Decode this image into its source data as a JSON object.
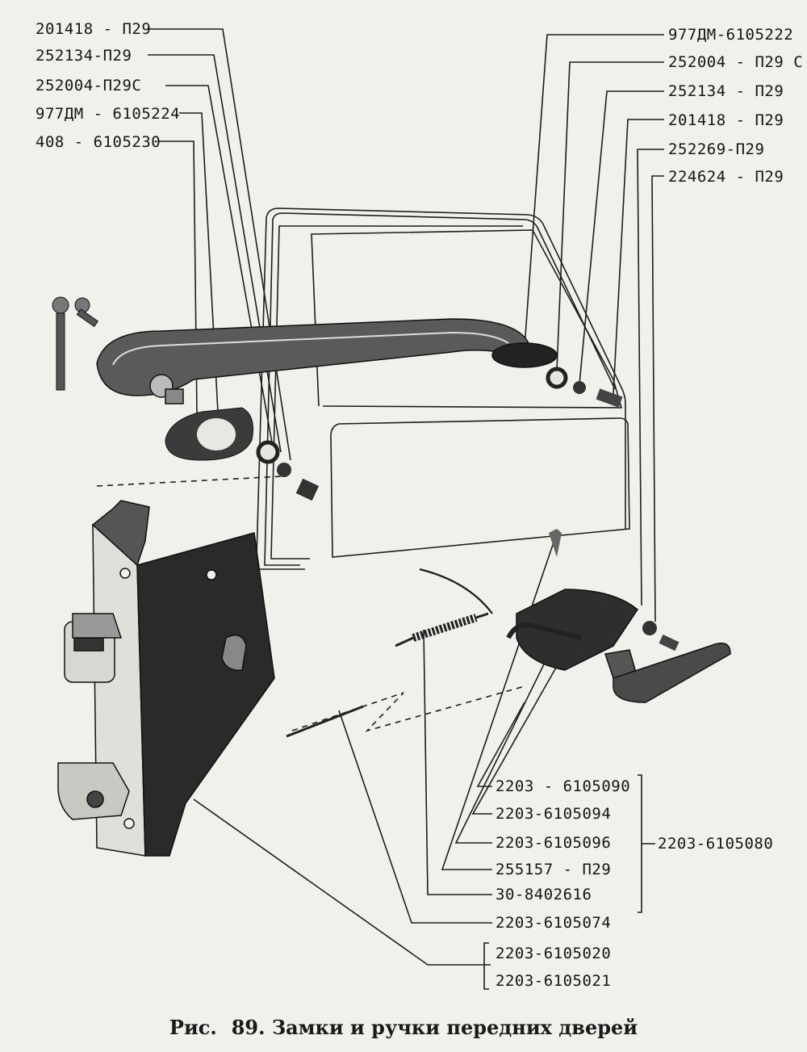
{
  "labels_top_left": [
    "201418 - П29",
    "252134-П29",
    "252004-П29С",
    "977ДМ - 6105224",
    "408 - 6105230"
  ],
  "labels_top_right": [
    "977ДМ-6105222",
    "252004 - П29 С",
    "252134 - П29",
    "201418 - П29",
    "252269-П29",
    "224624 - П29"
  ],
  "labels_bottom": [
    "2203 - 6105090",
    "2203-6105094",
    "2203-6105096",
    "255157 - П29",
    "30-8402616",
    "2203-6105074"
  ],
  "label_assembly": "2203-6105080",
  "labels_lock": [
    "2203-6105020",
    "2203-6105021"
  ],
  "caption": {
    "prefix": "Рис.",
    "text": "89. Замки и ручки передних дверей"
  }
}
